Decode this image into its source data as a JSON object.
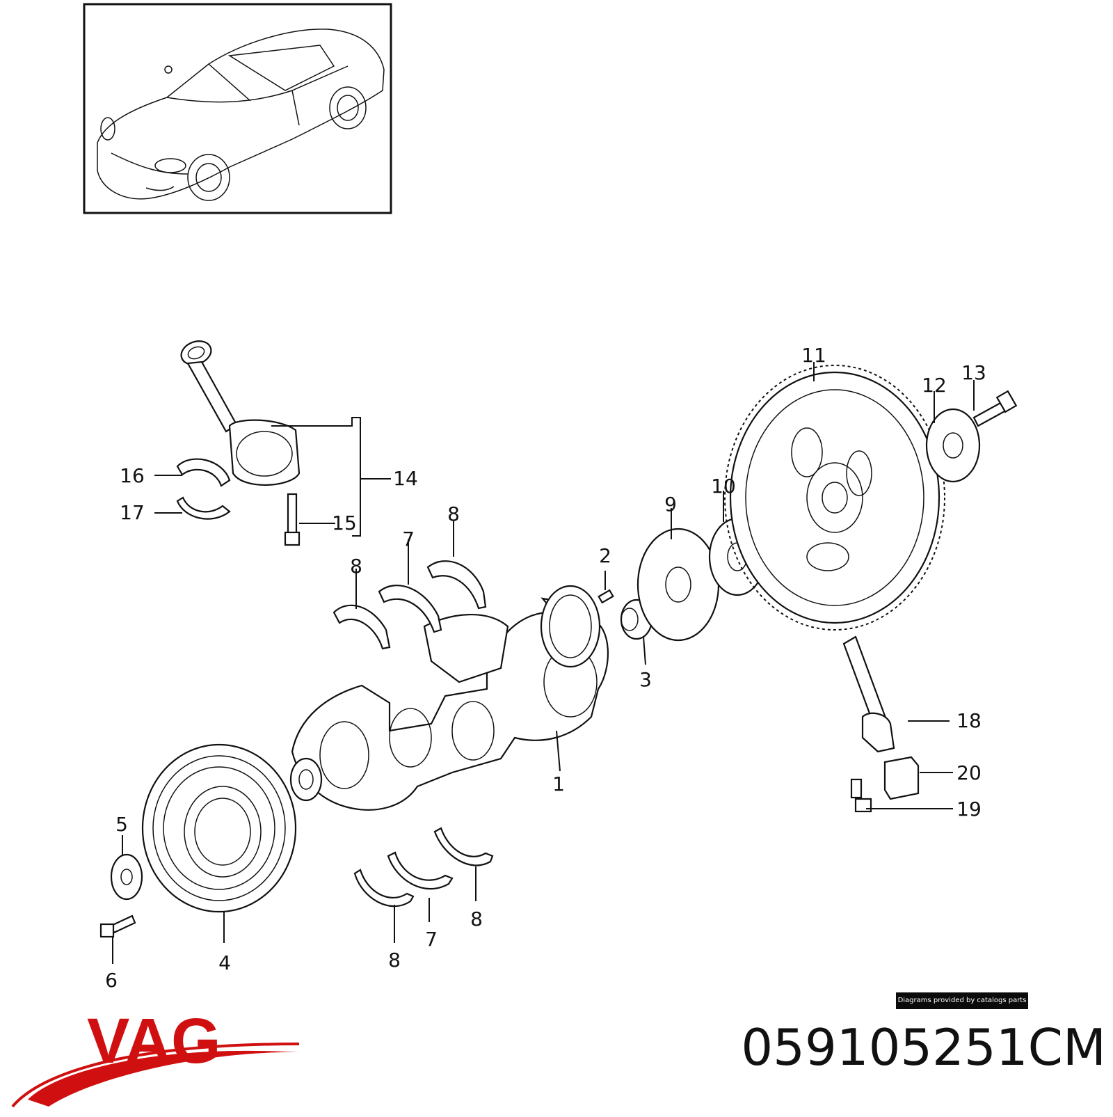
{
  "brand": {
    "logo_text": "VAG",
    "logo_color": "#d01010"
  },
  "part_number": "059105251CM",
  "credit_badge": "Diagrams provided by catalogs parts",
  "callouts": [
    "1",
    "2",
    "3",
    "4",
    "5",
    "6",
    "7",
    "8",
    "9",
    "10",
    "11",
    "12",
    "13",
    "14",
    "15",
    "16",
    "17",
    "18",
    "19",
    "20"
  ],
  "icons": [
    "car-thumbnail-icon",
    "vag-logo-icon"
  ],
  "colors": {
    "line": "#111111",
    "badge_bg": "#0b0b0b",
    "logo": "#d01010"
  }
}
